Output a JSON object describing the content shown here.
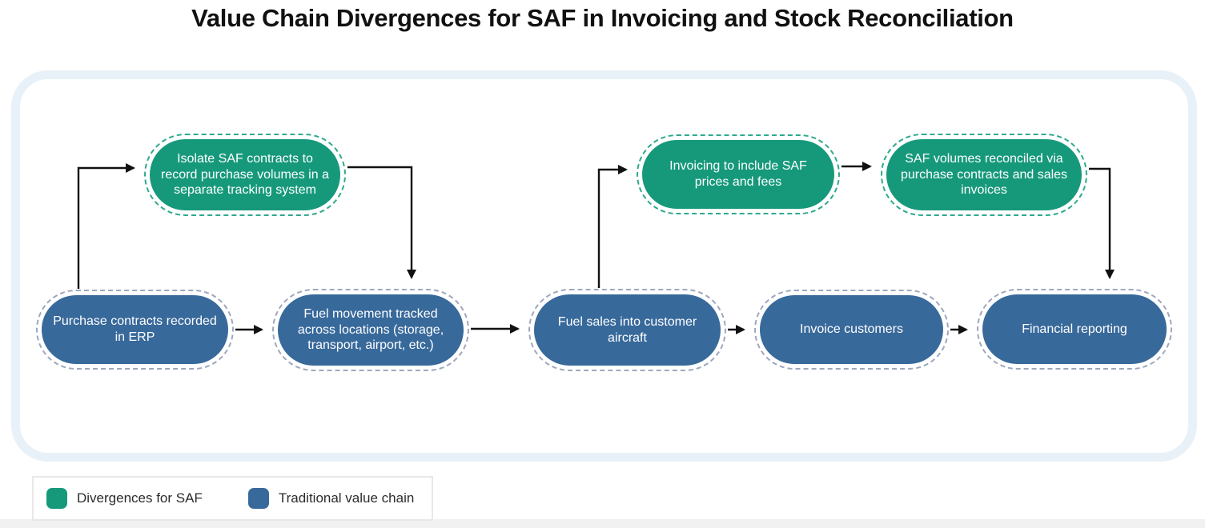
{
  "title": "Value Chain Divergences for SAF in Invoicing and Stock Reconciliation",
  "colors": {
    "saf_green": "#16997b",
    "saf_dash": "#2fa98c",
    "traditional_blue": "#38699b",
    "traditional_dash": "#9ea7bd",
    "container_border": "#e9f1f8",
    "arrow_black": "#111111",
    "title_color": "#111111",
    "legend_text": "#2b2b2b",
    "legend_border": "#e8e8e8",
    "bottom_strip": "#f1f1f2"
  },
  "nodes": {
    "saf": [
      {
        "label": "Isolate SAF contracts to record purchase volumes in a separate tracking system"
      },
      {
        "label": "Invoicing to include SAF prices and fees"
      },
      {
        "label": "SAF volumes reconciled via purchase contracts and sales invoices"
      }
    ],
    "traditional": [
      {
        "label": "Purchase contracts recorded in ERP"
      },
      {
        "label": "Fuel movement tracked across locations (storage, transport,  airport, etc.)"
      },
      {
        "label": "Fuel sales into customer aircraft"
      },
      {
        "label": "Invoice customers"
      },
      {
        "label": "Financial reporting"
      }
    ]
  },
  "legend": {
    "items": [
      {
        "label": "Divergences for SAF",
        "type": "saf"
      },
      {
        "label": "Traditional value chain",
        "type": "traditional"
      }
    ]
  }
}
